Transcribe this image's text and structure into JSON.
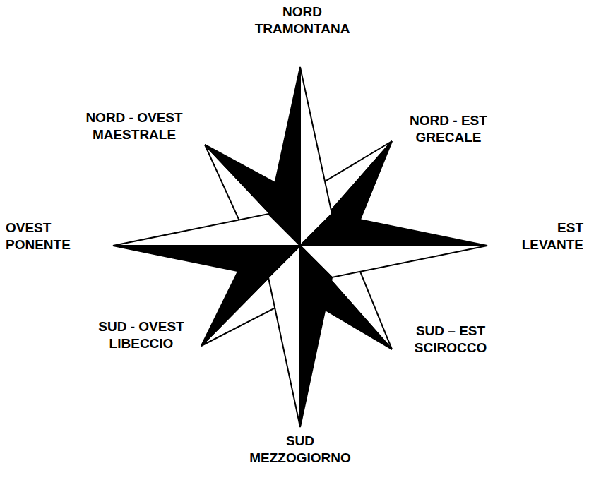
{
  "diagram": {
    "labels": [
      "NORD",
      "TRAMONTANA",
      "NORD - OVEST",
      "MAESTRALE",
      "NORD - EST",
      "GRECALE",
      "OVEST",
      "PONENTE",
      "EST",
      "LEVANTE",
      "SUD - OVEST",
      "LIBECCIO",
      "SUD – EST",
      "SCIROCCO",
      "SUD",
      "MEZZOGIORNO"
    ]
  }
}
